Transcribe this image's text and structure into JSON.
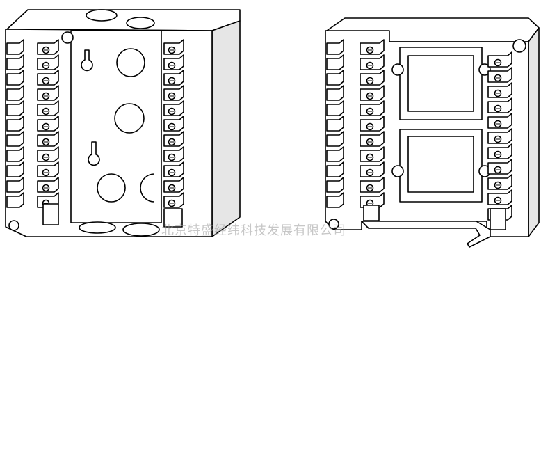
{
  "image": {
    "description_free": true,
    "watermark": {
      "text": "北京特盛经纬科技发展有限公司",
      "color": "#9a9a9a"
    }
  },
  "figure": {
    "items": [
      {
        "id": "left-base",
        "kind": "wiring-base-open-box",
        "terminal_rows": 11
      },
      {
        "id": "right-base",
        "kind": "wiring-base-dual-window",
        "terminal_rows": 11
      }
    ],
    "line_color": "#000000",
    "fill_color": "#ffffff",
    "shade_color": "#e6e6e6"
  }
}
